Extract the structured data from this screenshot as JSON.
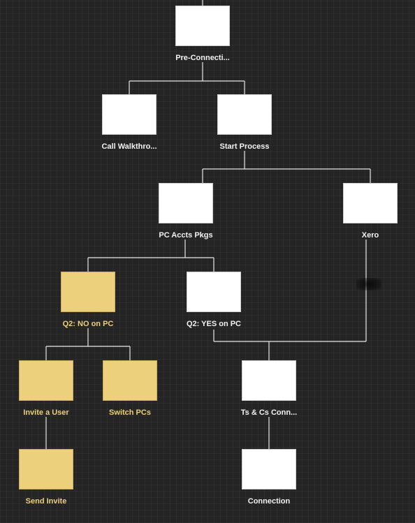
{
  "colors": {
    "background": "#242424",
    "node": "#ffffff",
    "highlight_node": "#ecd07b",
    "connector": "#e8e8e8",
    "label": "#f2f2f2",
    "highlight_label": "#ecd07b"
  },
  "nodes": {
    "pre_connection": {
      "label": "Pre-Connecti..."
    },
    "call_walkthrough": {
      "label": "Call Walkthro..."
    },
    "start_process": {
      "label": "Start Process"
    },
    "pc_accts_pkgs": {
      "label": "PC Accts Pkgs"
    },
    "xero": {
      "label": "Xero"
    },
    "q2_no_on_pc": {
      "label": "Q2: NO on PC"
    },
    "q2_yes_on_pc": {
      "label": "Q2: YES on PC"
    },
    "invite_a_user": {
      "label": "Invite a User"
    },
    "switch_pcs": {
      "label": "Switch PCs"
    },
    "ts_cs_conn": {
      "label": "Ts & Cs Conn..."
    },
    "send_invite": {
      "label": "Send Invite"
    },
    "connection": {
      "label": "Connection"
    }
  }
}
